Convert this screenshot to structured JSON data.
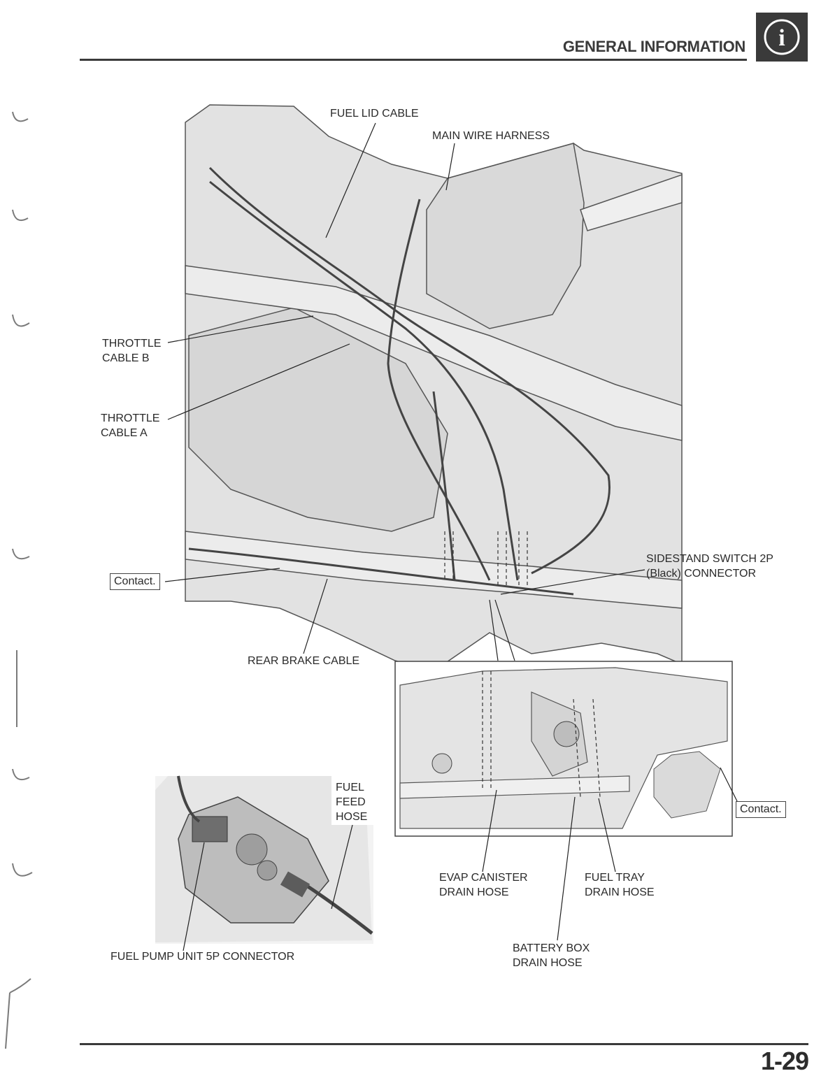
{
  "header": {
    "title": "GENERAL INFORMATION",
    "icon": "info-icon",
    "icon_glyph": "i"
  },
  "footer": {
    "page_number": "1-29"
  },
  "labels": {
    "fuel_lid_cable": "FUEL LID CABLE",
    "main_wire_harness": "MAIN WIRE HARNESS",
    "throttle_cable_b": [
      "THROTTLE",
      "CABLE B"
    ],
    "throttle_cable_a": [
      "THROTTLE",
      "CABLE A"
    ],
    "contact_1": "Contact.",
    "rear_brake_cable": "REAR BRAKE CABLE",
    "sidestand_switch": [
      "SIDESTAND SWITCH 2P",
      "(Black) CONNECTOR"
    ],
    "fuel_feed_hose": [
      "FUEL",
      "FEED",
      "HOSE"
    ],
    "contact_2": "Contact.",
    "evap_canister": [
      "EVAP CANISTER",
      "DRAIN HOSE"
    ],
    "fuel_tray": [
      "FUEL TRAY",
      "DRAIN HOSE"
    ],
    "battery_box": [
      "BATTERY BOX",
      "DRAIN HOSE"
    ],
    "fuel_pump_connector": "FUEL PUMP UNIT 5P CONNECTOR"
  },
  "colors": {
    "ink": "#2a2a2a",
    "header_dark": "#3a3a3a",
    "drawing_fill": "#e2e2e2",
    "drawing_stroke": "#555555"
  }
}
